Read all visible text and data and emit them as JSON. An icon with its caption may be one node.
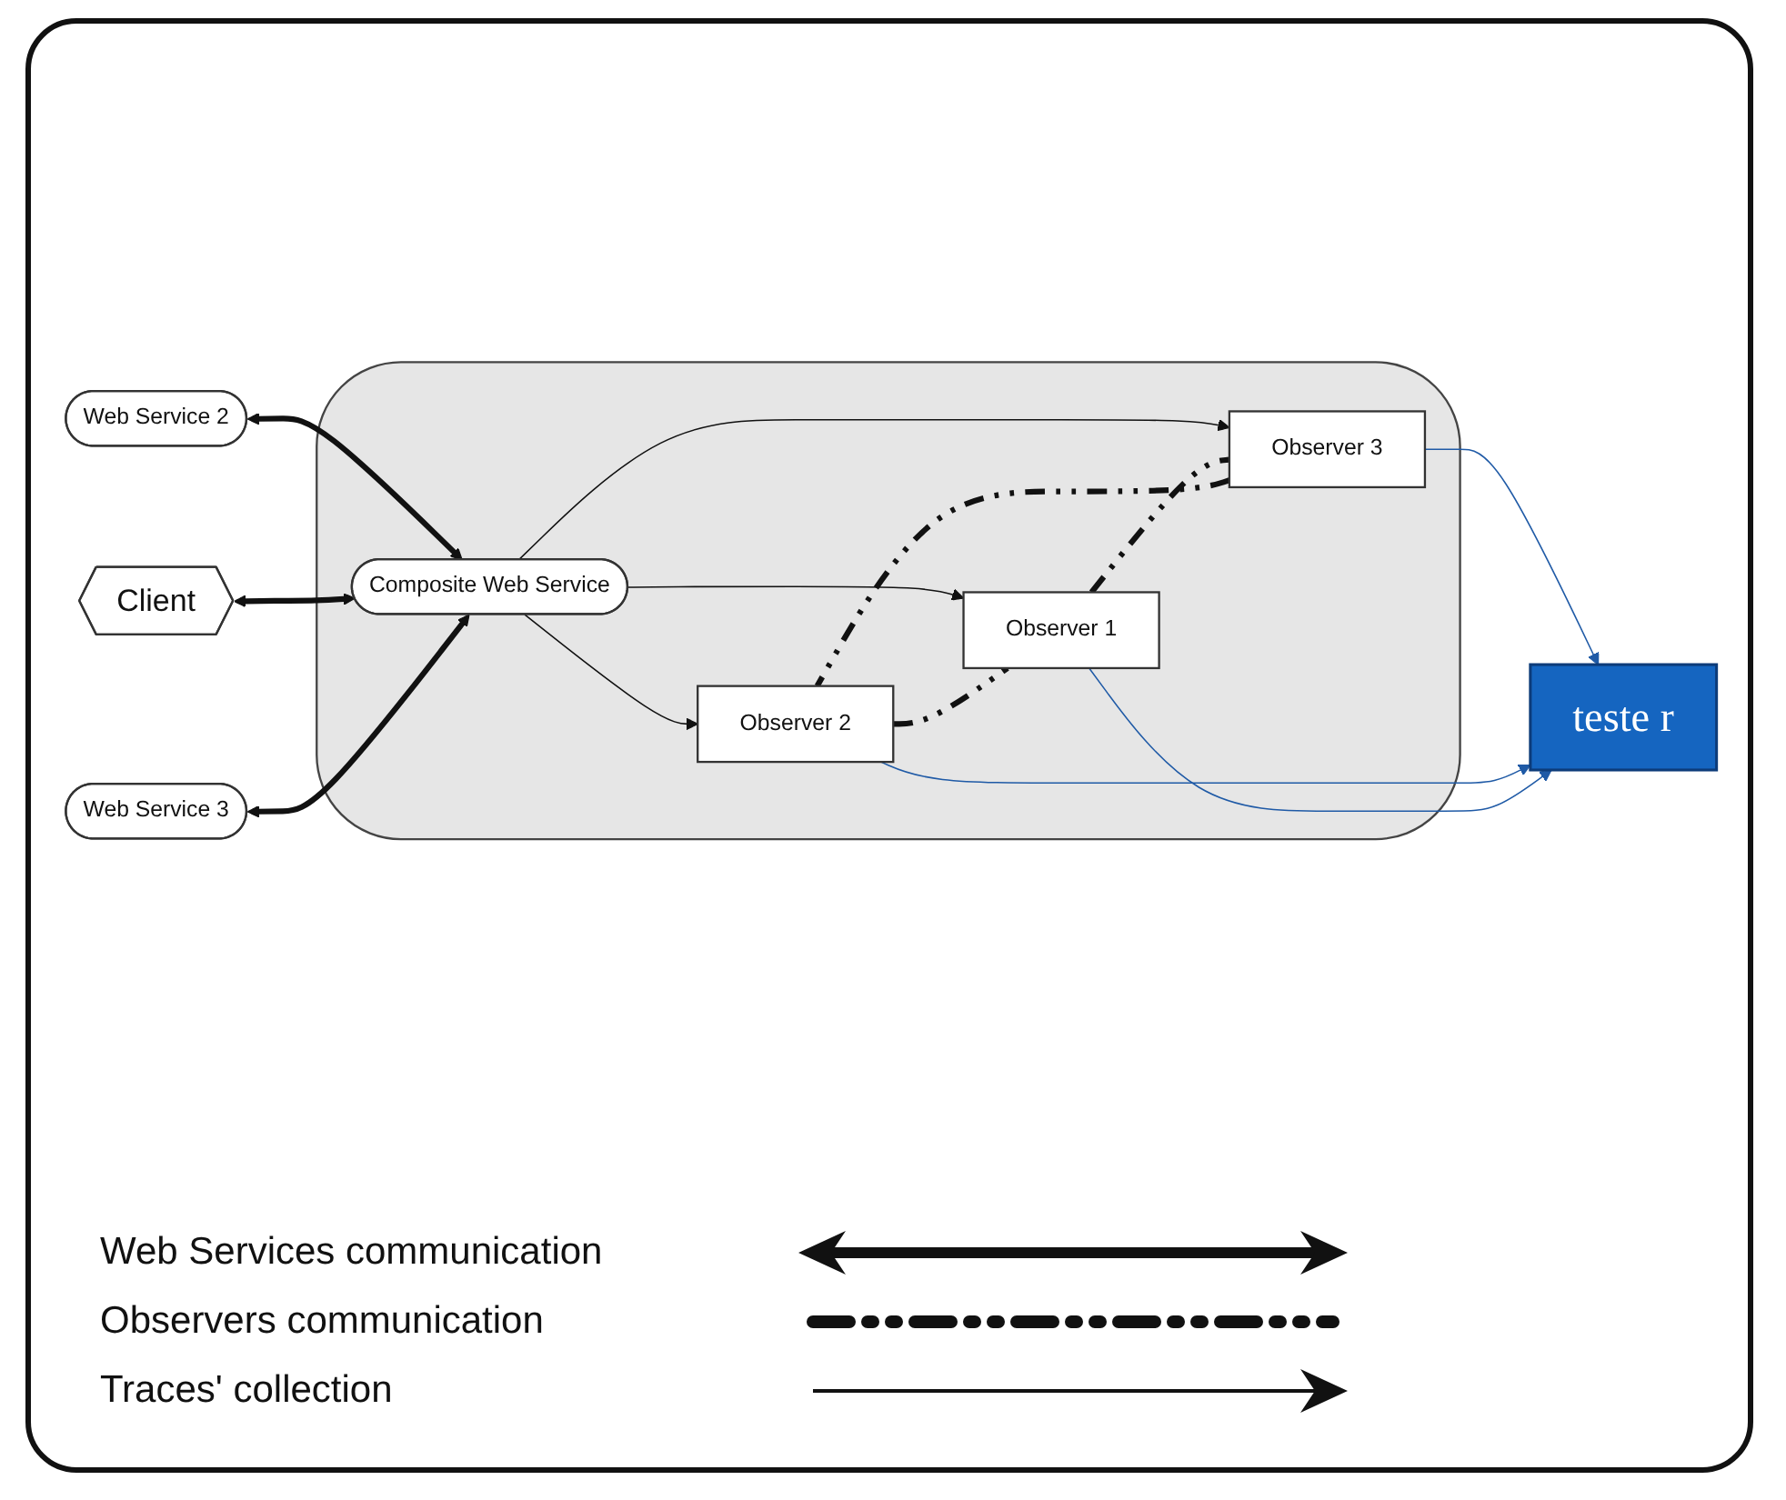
{
  "diagram": {
    "nodes": [
      {
        "text": [
          "Web Service 2"
        ]
      },
      {
        "text": [
          "teste r"
        ]
      },
      {
        "text": [],
        "shape": "cloud"
      },
      {
        "text": [
          "Observer 2"
        ],
        "in": 2
      },
      {
        "text": [
          "Observer 3"
        ],
        "in": 2
      },
      {
        "text": [
          "Composite Web Service"
        ],
        "in": 2
      },
      {
        "text": [
          "Client"
        ]
      },
      {
        "text": [
          "Observer 1"
        ],
        "in": 2
      },
      {
        "text": [
          "Web Service 3"
        ]
      }
    ],
    "edges": [
      {
        "from": 0,
        "to": 5,
        "arrow": "both",
        "style": "thick"
      },
      {
        "from": 6,
        "to": 5,
        "arrow": "both",
        "style": "thick"
      },
      {
        "from": 8,
        "to": 5,
        "arrow": "both",
        "style": "thick"
      },
      {
        "from": 5,
        "to": 3,
        "arrow": "to"
      },
      {
        "from": 5,
        "to": 4,
        "arrow": "to"
      },
      {
        "from": 5,
        "to": 7,
        "arrow": "to"
      },
      {
        "from": 4,
        "to": 3,
        "arrow": "none",
        "style": "dashed"
      },
      {
        "from": 3,
        "to": 7,
        "arrow": "none",
        "style": "dashed"
      },
      {
        "from": 7,
        "to": 4,
        "arrow": "none",
        "style": "dashed"
      },
      {
        "from": 4,
        "to": 1,
        "arrow": "to",
        "color": "#1f5aa6"
      },
      {
        "from": 3,
        "to": 1,
        "arrow": "to",
        "color": "#1f5aa6"
      },
      {
        "from": 7,
        "to": 1,
        "arrow": "to",
        "color": "#1f5aa6"
      }
    ],
    "legend": [
      {
        "text": "Web Services communication"
      },
      {
        "text": "Observers communication"
      },
      {
        "text": "Traces' collection"
      }
    ]
  }
}
